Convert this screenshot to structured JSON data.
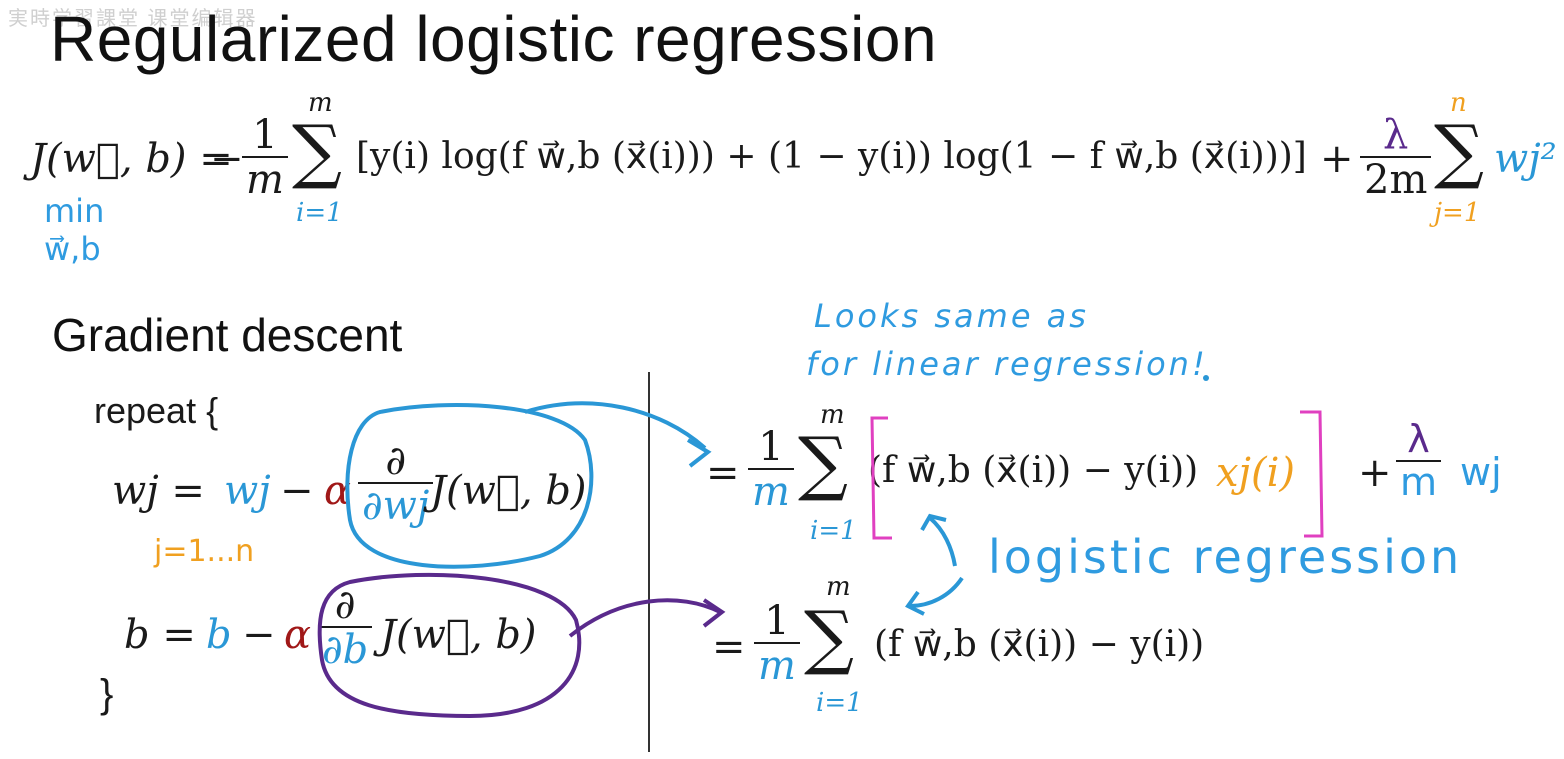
{
  "title": "Regularized logistic regression",
  "watermark": "実時学習課堂 课堂编辑器",
  "cost": {
    "lhs": "J(w⃗, b) =",
    "minus_frac_num": "1",
    "minus_frac_den": "m",
    "sum_top": "m",
    "sum_bottom": "i=1",
    "body": "[y(i) log(f w⃗,b (x⃗(i))) + (1 − y(i)) log(1 − f w⃗,b (x⃗(i)))]",
    "reg_num": "λ",
    "reg_den": "2m",
    "reg_sum_top": "n",
    "reg_sum_bottom": "j=1",
    "reg_term": "wj²"
  },
  "min_annotation": {
    "line1": "min",
    "line2": "w⃗,b"
  },
  "section": "Gradient descent",
  "repeat_label": "repeat {",
  "close_brace": "}",
  "update_w": {
    "lhs": "wj =",
    "var": "wj",
    "minus": "−",
    "alpha": "α",
    "partial_num": "∂",
    "partial_den": "∂wj",
    "cost": "J(w⃗, b)"
  },
  "range_note": "j=1...n",
  "update_b": {
    "lhs": "b =",
    "var": "b",
    "minus": "−",
    "alpha": "α",
    "partial_num": "∂",
    "partial_den": "∂b",
    "cost": "J(w⃗, b)"
  },
  "note_handwritten": {
    "line1": "Looks same as",
    "line2": "for linear regression!"
  },
  "grad_w": {
    "eq": "=",
    "frac_num": "1",
    "frac_den": "m",
    "sum_top": "m",
    "sum_bottom": "i=1",
    "body": "(f w⃗,b (x⃗(i)) − y(i))",
    "x_term": "xj(i)",
    "reg_num": "λ",
    "reg_den": "m",
    "reg_term": "wj"
  },
  "logistic_label": "logistic regression",
  "grad_b": {
    "eq": "=",
    "frac_num": "1",
    "frac_den": "m",
    "sum_top": "m",
    "sum_bottom": "i=1",
    "body": "(f w⃗,b (x⃗(i)) − y(i))"
  },
  "colors": {
    "blue": "#2a97d6",
    "orange": "#f0a020",
    "red": "#a01818",
    "purple": "#5a2a8c",
    "magenta": "#e040c0"
  }
}
